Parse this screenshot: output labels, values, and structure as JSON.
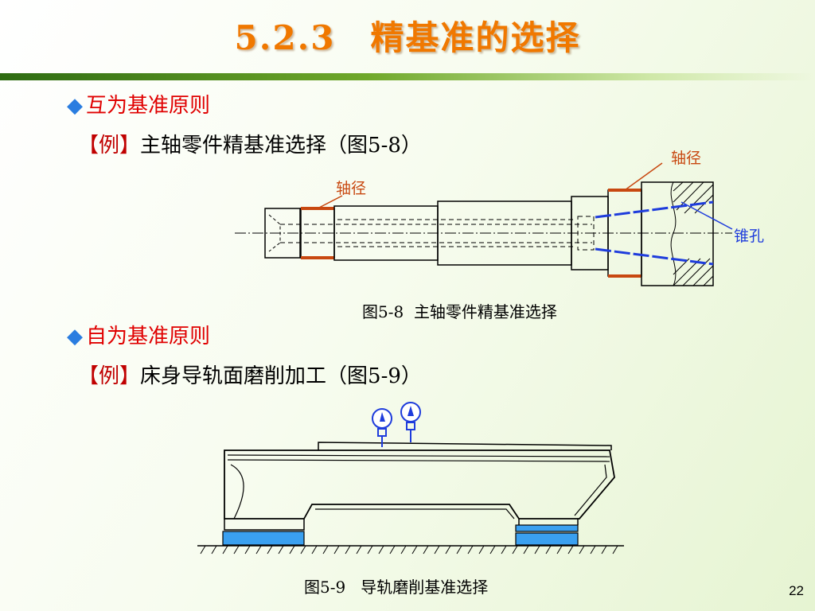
{
  "title": "5.2.3　精基准的选择",
  "section1": {
    "bullet": "◆",
    "heading": "互为基准原则",
    "example_bracket": "【例】",
    "example_text": "主轴零件精基准选择（图",
    "example_num": "5-8",
    "example_close": "）"
  },
  "figure1": {
    "label_journal_left": "轴径",
    "label_journal_right": "轴径",
    "label_taper_hole": "锥孔",
    "caption_prefix": "图",
    "caption_num": "5-8",
    "caption_text": "主轴零件精基准选择"
  },
  "section2": {
    "bullet": "◆",
    "heading": "自为基准原则",
    "example_bracket": "【例】",
    "example_text": "床身导轨面磨削加工（图",
    "example_num": "5-9",
    "example_close": "）"
  },
  "figure2": {
    "caption_prefix": "图",
    "caption_num": "5-9",
    "caption_text": "导轨磨削基准选择"
  },
  "page_number": "22",
  "colors": {
    "title": "#f07800",
    "bullet_heading": "#e00000",
    "diamond": "#2a7de0",
    "highlight_orange": "#c84810",
    "taper_blue": "#1e3cdc",
    "pad_blue": "#3aa0f0"
  }
}
